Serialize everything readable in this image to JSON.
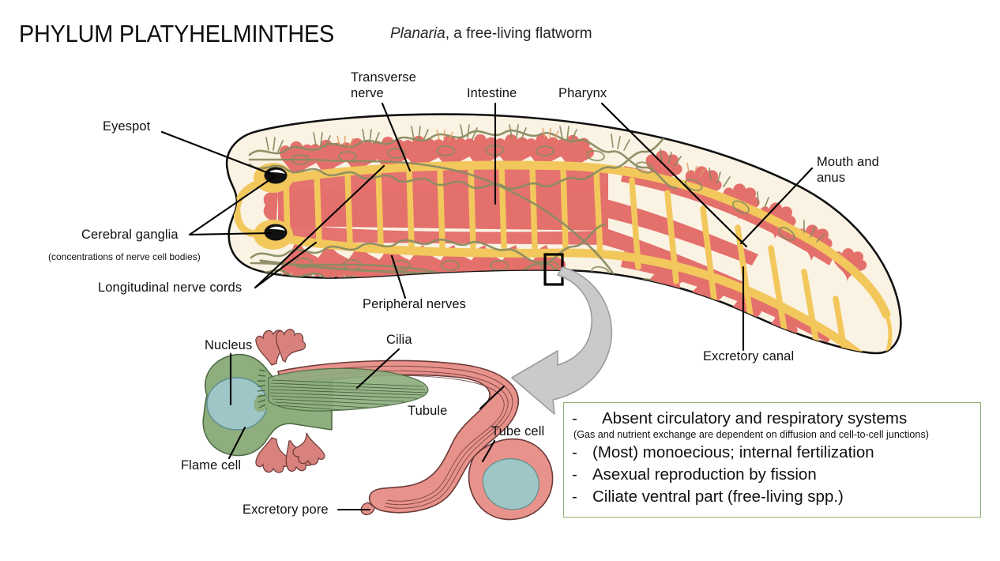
{
  "slide": {
    "title": "PHYLUM PLATYHELMINTHES",
    "subtitle_species": "Planaria",
    "subtitle_rest": ", a free-living flatworm"
  },
  "worm_diagram": {
    "labels": {
      "eyespot": "Eyespot",
      "transverse_nerve_l1": "Transverse",
      "transverse_nerve_l2": "nerve",
      "intestine": "Intestine",
      "pharynx": "Pharynx",
      "mouth_and_anus_l1": "Mouth and",
      "mouth_and_anus_l2": "anus",
      "cerebral_ganglia": "Cerebral ganglia",
      "cerebral_ganglia_note": "(concentrations of nerve cell bodies)",
      "longitudinal_nerve_cords": "Longitudinal nerve cords",
      "peripheral_nerves": "Peripheral nerves",
      "excretory_canal": "Excretory canal"
    },
    "colors": {
      "body_fill": "#FAF3E4",
      "body_outline": "#1a1a1a",
      "intestine": "#E4706C",
      "nerve_cord": "#F2C75C",
      "peripheral_nerve": "#8B8C63",
      "eyespot": "#111111"
    }
  },
  "flame_cell_diagram": {
    "labels": {
      "nucleus": "Nucleus",
      "cilia": "Cilia",
      "flame_cell": "Flame cell",
      "tubule": "Tubule",
      "tube_cell": "Tube cell",
      "excretory_pore": "Excretory pore"
    },
    "colors": {
      "flame_cell": "#8FAE7E",
      "nucleus": "#9FC6C6",
      "tubule": "#E8928C",
      "arrow": "#C9C9C9"
    }
  },
  "facts_box": {
    "border_color": "#8FAF72",
    "items": [
      {
        "dash": "-",
        "text": "Absent circulatory and respiratory systems",
        "extra_indent": true
      },
      {
        "dash": "-",
        "text": "(Most) monoecious; internal fertilization",
        "extra_indent": false
      },
      {
        "dash": "-",
        "text": "Asexual reproduction by fission",
        "extra_indent": false
      },
      {
        "dash": "-",
        "text": "Ciliate ventral part (free-living spp.)",
        "extra_indent": false
      }
    ],
    "note": "(Gas and nutrient exchange are dependent on diffusion and cell-to-cell junctions)"
  }
}
